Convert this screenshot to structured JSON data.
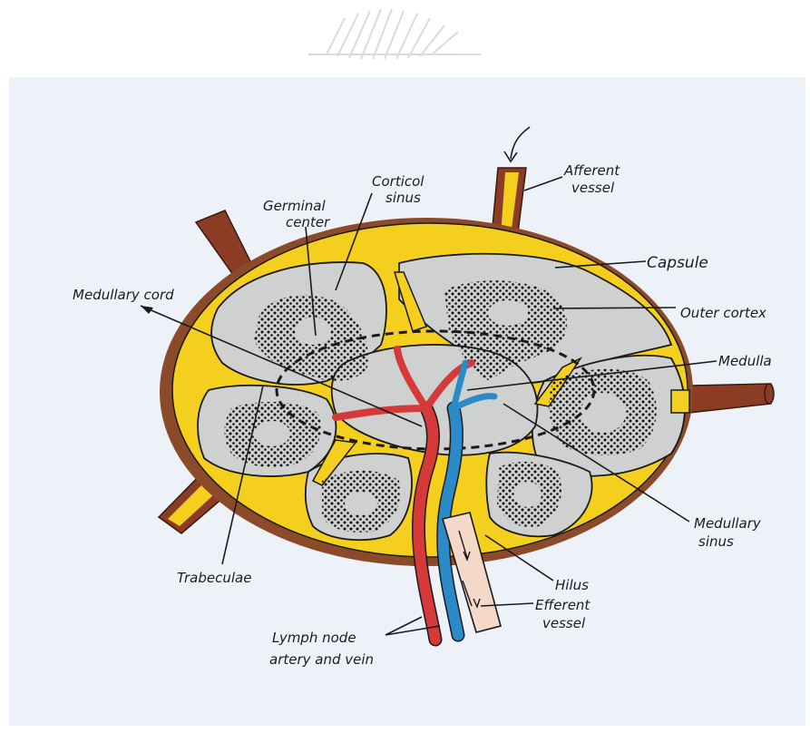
{
  "diagram": {
    "colors": {
      "capsule": "#f4cf1e",
      "capsule_edge": "#8b4a2a",
      "tissue": "#cfd0d0",
      "nodule_dots": "#111111",
      "artery": "#d63a38",
      "vein": "#2a8bc8",
      "lymph_vessel": "#8b3c25",
      "efferent": "#f4d9c8",
      "paper": "#edf2f8"
    },
    "labels": {
      "germinal_center": [
        "Germinal",
        "center"
      ],
      "cortical_sinus": [
        "Corticol",
        "sinus"
      ],
      "afferent_vessel": [
        "Afferent",
        "vessel"
      ],
      "capsule": "Capsule",
      "medullary_cord": "Medullary cord",
      "outer_cortex": "Outer cortex",
      "medulla": "Medulla",
      "medullary_sinus": [
        "Medullary",
        "sinus"
      ],
      "trabeculae": "Trabeculae",
      "hilus": "Hilus",
      "efferent_vessel": [
        "Efferent",
        "vessel"
      ],
      "lymph_node_vessels": [
        "Lymph node",
        "artery and vein"
      ]
    }
  }
}
